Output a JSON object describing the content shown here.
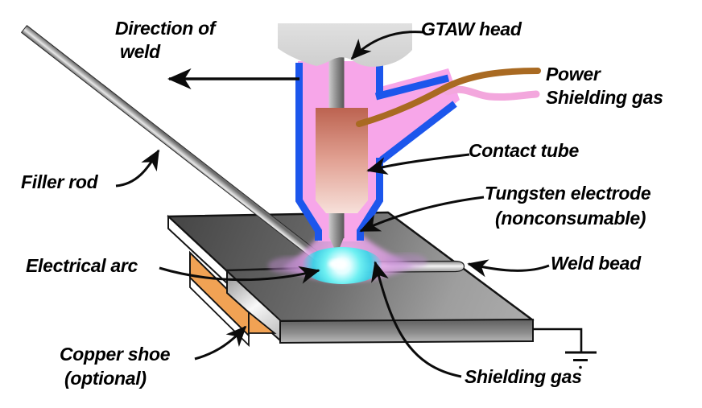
{
  "figure": {
    "type": "welding-process-schematic",
    "labels": {
      "direction_line1": "Direction of",
      "direction_line2": "weld",
      "gtaw_head": "GTAW head",
      "power": "Power",
      "shielding_gas_supply": "Shielding gas",
      "contact_tube": "Contact tube",
      "tungsten_line1": "Tungsten electrode",
      "tungsten_line2": "(nonconsumable)",
      "weld_bead": "Weld bead",
      "filler_rod": "Filler rod",
      "electrical_arc": "Electrical arc",
      "copper_shoe_line1": "Copper shoe",
      "copper_shoe_line2": "(optional)",
      "shielding_gas_region": "Shielding gas"
    },
    "colors": {
      "torch_outline_blue": "#1C56EC",
      "torch_body_pink": "#F7A6E9",
      "shielding_gas_hose_pink": "#F3A7DD",
      "power_wire_brown": "#A96A22",
      "copper_shoe_orange": "#F1A254",
      "gtaw_head_gray": "#DADADA",
      "contact_tube_copper": "#C4705F",
      "arc_cyan": "#2ED9E6",
      "line_black": "#0B0B0B"
    }
  }
}
